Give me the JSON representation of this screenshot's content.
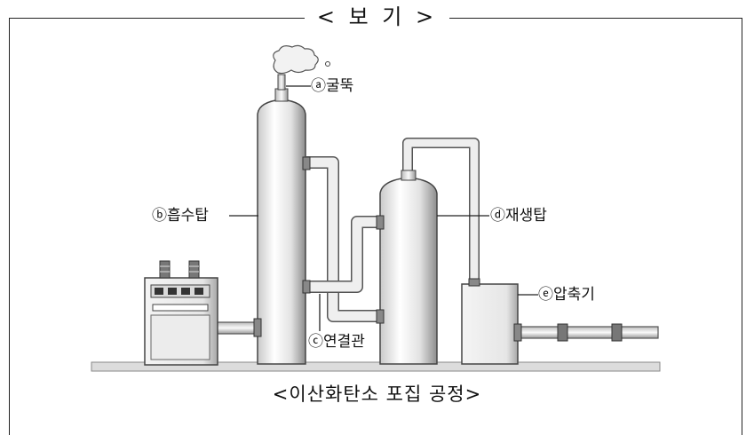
{
  "box_title": "< 보 기 >",
  "labels": {
    "a": "ⓐ굴뚝",
    "b": "ⓑ흡수탑",
    "c": "ⓒ연결관",
    "d": "ⓓ재생탑",
    "e": "ⓔ압축기"
  },
  "caption": "<이산화탄소 포집 공정>"
}
